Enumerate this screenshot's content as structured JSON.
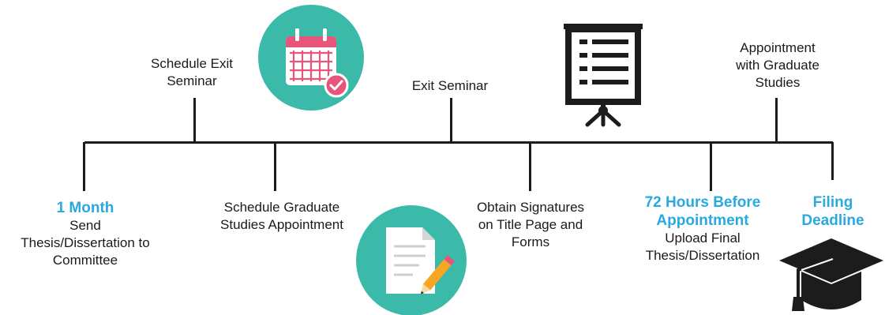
{
  "milestones": {
    "schedule_exit_seminar": [
      "Schedule Exit",
      "Seminar"
    ],
    "exit_seminar": [
      "Exit Seminar"
    ],
    "appointment_graduate": [
      "Appointment",
      "with Graduate",
      "Studies"
    ],
    "one_month": {
      "title": "1 Month",
      "body": [
        "Send",
        "Thesis/Dissertation to",
        "Committee"
      ]
    },
    "schedule_graduate": [
      "Schedule Graduate",
      "Studies Appointment"
    ],
    "obtain_signatures": [
      "Obtain Signatures",
      "on Title Page and",
      "Forms"
    ],
    "seventy_two_hours": {
      "title": [
        "72 Hours Before",
        "Appointment"
      ],
      "body": [
        "Upload Final",
        "Thesis/Dissertation"
      ]
    },
    "filing_deadline": {
      "title": [
        "Filing",
        "Deadline"
      ]
    }
  },
  "icons": [
    "calendar-icon",
    "presentation-board-icon",
    "document-pencil-icon",
    "graduation-cap-icon"
  ],
  "colors": {
    "accent": "#29a9e0",
    "teal_circle": "#3bb9a9",
    "line": "#1c1c1c"
  }
}
